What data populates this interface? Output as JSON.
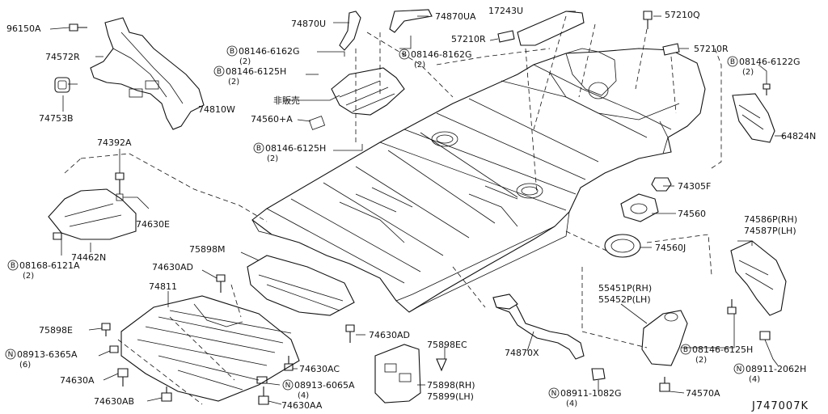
{
  "labels": {
    "p96150A": "96150A",
    "p74572R": "74572R",
    "p74753B": "74753B",
    "p74870U": "74870U",
    "p74870UA": "74870UA",
    "p08146_6162G": "08146-6162G",
    "p08146_6162G_qty": "(2)",
    "p08146_6125H_a": "08146-6125H",
    "p08146_6125H_a_qty": "(2)",
    "p74810W": "74810W",
    "p74810W_note": "非販売",
    "p74560A": "74560+A",
    "p08146_6125H_b": "08146-6125H",
    "p08146_6125H_b_qty": "(2)",
    "p08146_8162G": "08146-8162G",
    "p08146_8162G_qty": "(2)",
    "p17243U": "17243U",
    "p57210R_a": "57210R",
    "p57210Q": "57210Q",
    "p57210R_b": "57210R",
    "p08146_6122G": "08146-6122G",
    "p08146_6122G_qty": "(2)",
    "p64824N": "64824N",
    "p74392A": "74392A",
    "p74630E": "74630E",
    "p74462N": "74462N",
    "p08168_6121A": "08168-6121A",
    "p08168_6121A_qty": "(2)",
    "p74305F": "74305F",
    "p74560": "74560",
    "p74560J": "74560J",
    "p74586P": "74586P(RH)",
    "p74587P": "74587P(LH)",
    "p75898M": "75898M",
    "p74630AD_a": "74630AD",
    "p74811": "74811",
    "p75898E": "75898E",
    "p08913_6365A": "08913-6365A",
    "p08913_6365A_qty": "(6)",
    "p74630A": "74630A",
    "p74630AB": "74630AB",
    "p74630AD_b": "74630AD",
    "p74630AC": "74630AC",
    "p08913_6065A": "08913-6065A",
    "p08913_6065A_qty": "(4)",
    "p74630AA": "74630AA",
    "p75898EC": "75898EC",
    "p75898RH": "75898(RH)",
    "p75899LH": "75899(LH)",
    "p74870X": "74870X",
    "p08911_1082G": "08911-1082G",
    "p08911_1082G_qty": "(4)",
    "p55451P": "55451P(RH)",
    "p55452P": "55452P(LH)",
    "p08146_6125H_c": "08146-6125H",
    "p08146_6125H_c_qty": "(2)",
    "p08911_2062H": "08911-2062H",
    "p08911_2062H_qty": "(4)",
    "p74570A": "74570A",
    "diagram_code": "J747007K"
  },
  "symbols": {
    "bolt_prefix": "B",
    "nut_prefix": "N"
  }
}
